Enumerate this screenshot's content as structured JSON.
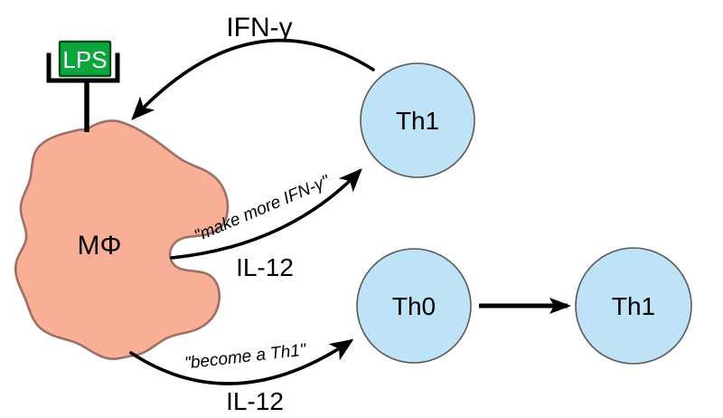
{
  "diagram": {
    "description": "Macrophage / T-helper cell cytokine feedback loop diagram",
    "background_color": "#FFFFFF"
  },
  "macrophage": {
    "label": "MΦ"
  },
  "lps": {
    "label": "LPS"
  },
  "cells": {
    "th1_top": {
      "label": "Th1"
    },
    "th0": {
      "label": "Th0"
    },
    "th1_bottom": {
      "label": "Th1"
    }
  },
  "arrows": {
    "ifn_gamma": {
      "label": "IFN-γ",
      "from": "Th1",
      "to": "macrophage"
    },
    "il12_to_th1": {
      "label": "IL-12",
      "quote": "\"make more IFN-γ\"",
      "from": "macrophage",
      "to": "Th1"
    },
    "il12_to_th0": {
      "label": "IL-12",
      "quote": "\"become a Th1\"",
      "from": "macrophage",
      "to": "Th0"
    },
    "differentiation": {
      "label": "",
      "from": "Th0",
      "to": "Th1"
    }
  },
  "colors": {
    "macrophage_fill": "#F9AE96",
    "macrophage_stroke": "#9C7064",
    "cell_fill": "#BEE3F7",
    "cell_stroke": "#58595B",
    "lps_fill": "#0CA73C",
    "lps_border": "#0A4A20",
    "line_color": "#000000"
  }
}
